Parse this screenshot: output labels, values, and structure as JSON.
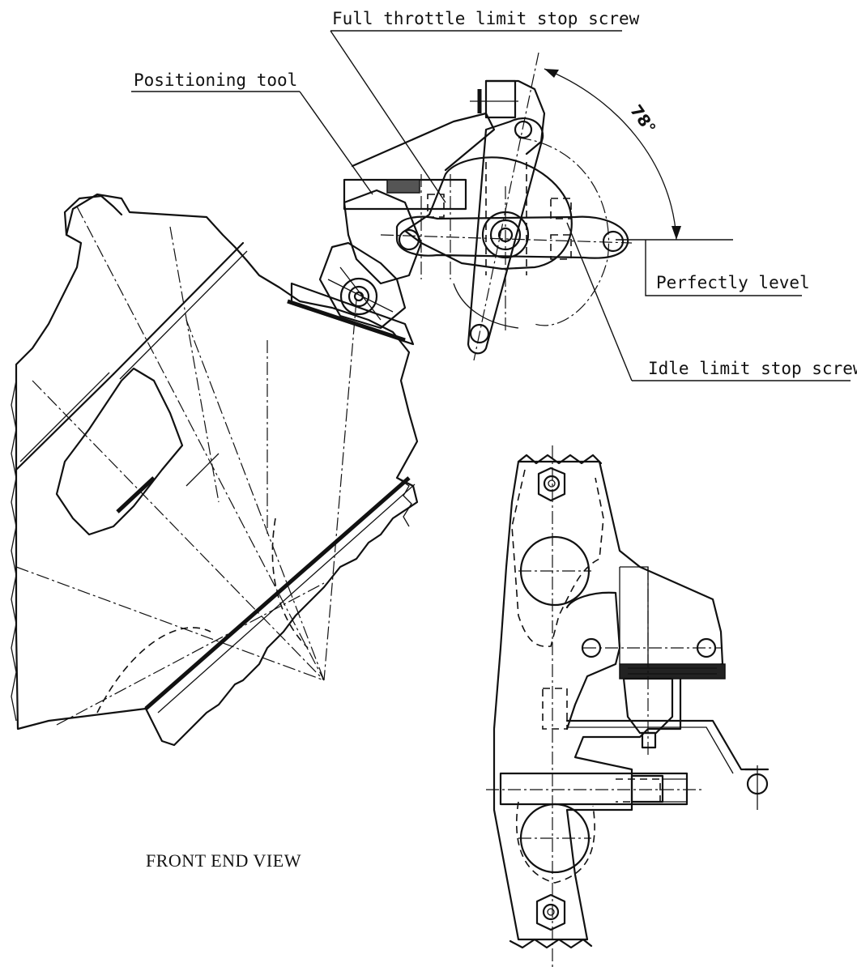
{
  "labels": {
    "full_throttle": "Full throttle limit stop screw",
    "positioning_tool": "Positioning tool",
    "angle": "78°",
    "perfectly_level": "Perfectly level",
    "idle_limit": "Idle limit stop screw",
    "view_caption": "FRONT END VIEW"
  }
}
